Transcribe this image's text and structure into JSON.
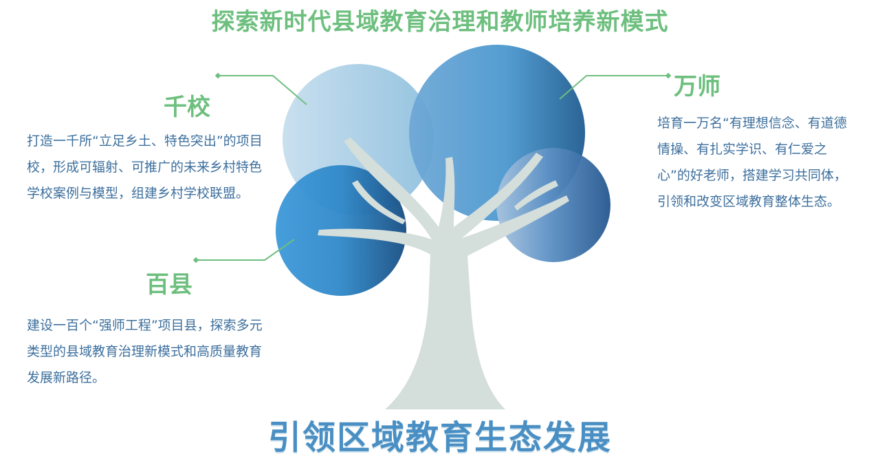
{
  "header": {
    "title": "探索新时代县域教育治理和教师培养新模式"
  },
  "sections": {
    "qianxiao": {
      "heading": "千校",
      "description": "打造一千所“立足乡土、特色突出”的项目校，形成可辐射、可推广的未来乡村特色学校案例与模型，组建乡村学校联盟。"
    },
    "baixian": {
      "heading": "百县",
      "description": "建设一百个“强师工程”项目县，探索多元类型的县域教育治理新模式和高质量教育发展新路径。"
    },
    "wanshi": {
      "heading": "万师",
      "description": "培育一万名“有理想信念、有道德情操、有扎实学识、有仁爱之心”的好老师，搭建学习共同体，引领和改变区域教育整体生态。"
    }
  },
  "footer": {
    "title": "引领区域教育生态发展"
  },
  "colors": {
    "accent_green": "#6dbf7e",
    "text_blue": "#3d6f9d",
    "trunk": "#d4dedb",
    "canopy_light": "#a9cfe6",
    "canopy_mid": "#4a95cc",
    "canopy_dark": "#1f5a8c"
  }
}
